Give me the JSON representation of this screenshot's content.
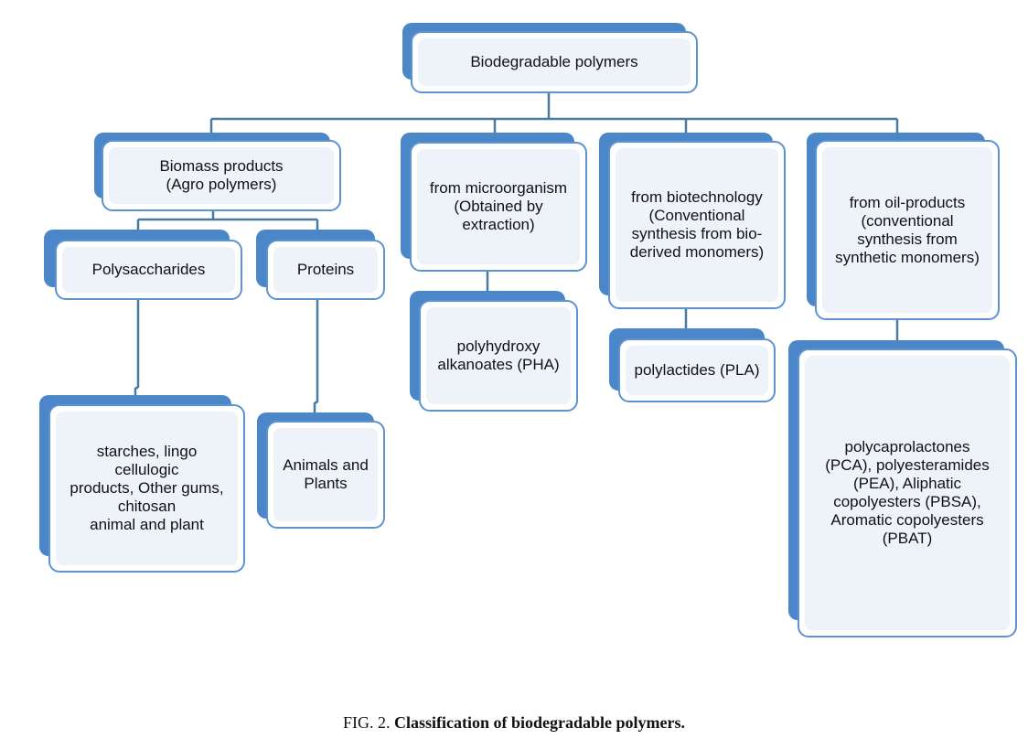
{
  "colors": {
    "connector": "#4a7a9e",
    "box_back": "#4a86c8",
    "box_border": "#5b93d3",
    "box_fill": "#eef3fa"
  },
  "nodes": {
    "root": [
      "Biodegradable polymers"
    ],
    "biomass": [
      "Biomass products",
      "(Agro polymers)"
    ],
    "microorganism": [
      "from microorganism",
      "(Obtained by",
      "extraction)"
    ],
    "biotechnology": [
      "from biotechnology",
      "(Conventional",
      "synthesis from bio-",
      "derived monomers)"
    ],
    "oil": [
      "from oil-products",
      "(conventional",
      "synthesis from",
      "synthetic monomers)"
    ],
    "polysaccharides": [
      "Polysaccharides"
    ],
    "proteins": [
      "Proteins"
    ],
    "pha": [
      "polyhydroxy",
      "alkanoates (PHA)"
    ],
    "pla": [
      "polylactides (PLA)"
    ],
    "starches": [
      "starches, lingo",
      "cellulogic",
      "products, Other gums,",
      "chitosan",
      "animal and plant"
    ],
    "animals_plants": [
      "Animals and",
      "Plants"
    ],
    "synthetic": [
      "polycaprolactones",
      "(PCA), polyesteramides",
      "(PEA), Aliphatic",
      "copolyesters (PBSA),",
      "Aromatic copolyesters",
      "(PBAT)"
    ]
  },
  "caption": {
    "prefix": "FIG. 2. ",
    "title": "Classification of biodegradable polymers."
  }
}
